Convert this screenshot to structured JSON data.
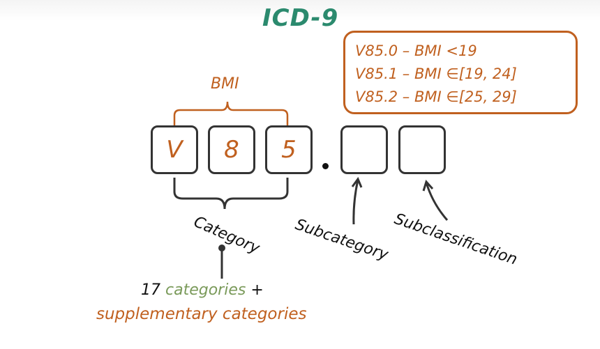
{
  "title": "ICD-9",
  "colors": {
    "title": "#2b8a6e",
    "accent": "#c0601f",
    "ink": "#111111",
    "green_text": "#7a9a5a"
  },
  "range_box": {
    "lines": [
      "V85.0 – BMI <19",
      "V85.1 – BMI ∈[19, 24]",
      "V85.2 – BMI ∈[25, 29]"
    ]
  },
  "brace_top_label": "BMI",
  "code_boxes": [
    {
      "value": "V"
    },
    {
      "value": "8"
    },
    {
      "value": "5"
    },
    {
      "value": ""
    },
    {
      "value": ""
    }
  ],
  "separator": ".",
  "labels": {
    "category": "Category",
    "subcategory": "Subcategory",
    "subclassification": "Subclassification"
  },
  "footnote": {
    "count": "17",
    "categories_word": "categories",
    "plus": "+",
    "supplementary": "supplementary categories"
  }
}
